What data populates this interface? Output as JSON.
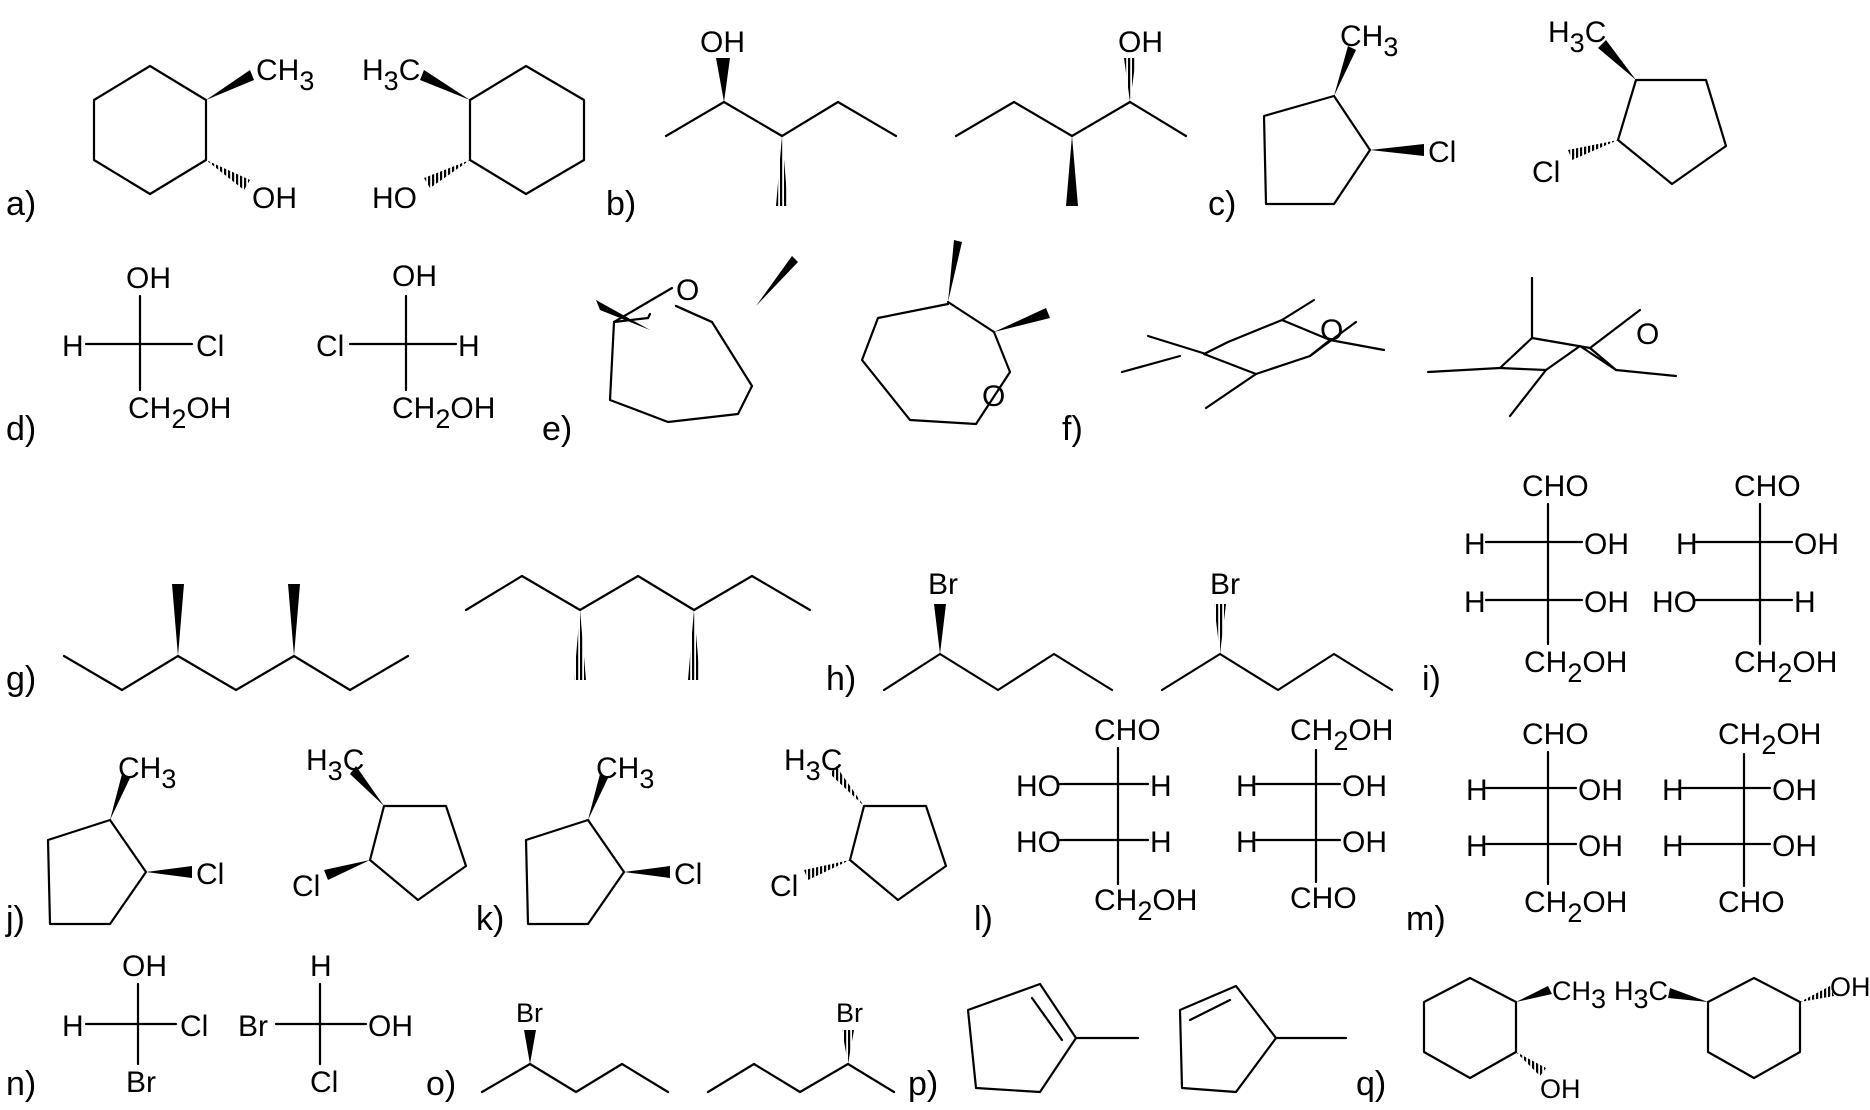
{
  "problem_labels": [
    "a)",
    "b)",
    "c)",
    "d)",
    "e)",
    "f)",
    "g)",
    "h)",
    "i)",
    "j)",
    "k)",
    "l)",
    "m)",
    "n)",
    "o)",
    "p)",
    "q)"
  ],
  "atoms": {
    "ch3": "CH",
    "h3c": "H",
    "c": "C",
    "sub3": "3",
    "sub2": "2",
    "oh": "OH",
    "ho": "HO",
    "cl": "Cl",
    "br": "Br",
    "h": "H",
    "o": "O",
    "ch2": "CH",
    "cho": "CHO"
  }
}
